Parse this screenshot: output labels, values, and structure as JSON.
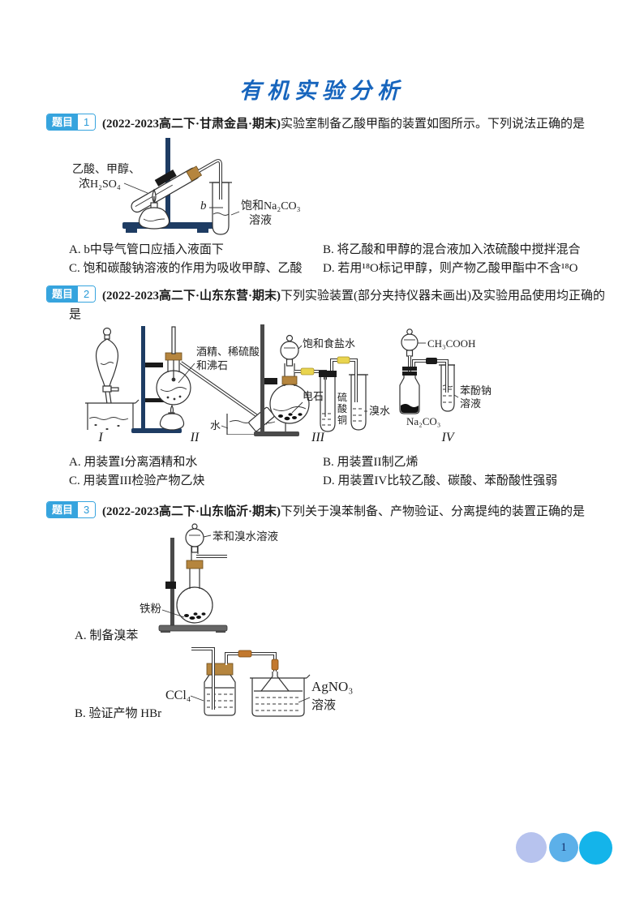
{
  "page": {
    "title": "有机实验分析",
    "page_number": "1"
  },
  "q1": {
    "badge": "题目",
    "num": "1",
    "source": "(2022-2023高二下·甘肃金昌·期末)",
    "stem": "实验室制备乙酸甲酯的装置如图所示。下列说法正确的是",
    "labels": {
      "reagents1": "乙酸、甲醇、",
      "reagents2": "浓H₂SO₄",
      "b": "b",
      "sat1": "饱和Na₂CO₃",
      "sat2": "溶液"
    },
    "options": {
      "a": "A. b中导气管口应插入液面下",
      "b": "B. 将乙酸和甲醇的混合液加入浓硫酸中搅拌混合",
      "c": "C. 饱和碳酸钠溶液的作用为吸收甲醇、乙酸",
      "d": "D. 若用¹⁸O标记甲醇，则产物乙酸甲酯中不含¹⁸O"
    }
  },
  "q2": {
    "badge": "题目",
    "num": "2",
    "source": "(2022-2023高二下·山东东营·期末)",
    "stem": "下列实验装置(部分夹持仪器未画出)及实验用品使用均正确的是",
    "labels": {
      "cap1": "I",
      "cap2": "II",
      "cap3": "III",
      "cap4": "IV",
      "ii1": "酒精、稀硫酸",
      "ii2": "和沸石",
      "ii3": "水",
      "iii1": "饱和食盐水",
      "iii2": "电石",
      "iii3a": "硫",
      "iii3b": "酸",
      "iii3c": "铜",
      "iii4": "溴水",
      "iv1": "CH₃COOH",
      "iv2": "苯酚钠",
      "iv3": "溶液",
      "iv4": "Na₂CO₃"
    },
    "options": {
      "a": "A. 用装置I分离酒精和水",
      "b": "B. 用装置II制乙烯",
      "c": "C. 用装置III检验产物乙炔",
      "d": "D. 用装置IV比较乙酸、碳酸、苯酚酸性强弱"
    }
  },
  "q3": {
    "badge": "题目",
    "num": "3",
    "source": "(2022-2023高二下·山东临沂·期末)",
    "stem": "下列关于溴苯制备、产物验证、分离提纯的装置正确的是",
    "labels": {
      "funnel": "苯和溴水溶液",
      "iron": "铁粉",
      "ccl4": "CCl₄",
      "agno3": "AgNO₃",
      "rongye": "溶液"
    },
    "capA": "A. 制备溴苯",
    "capB": "B. 验证产物 HBr"
  }
}
